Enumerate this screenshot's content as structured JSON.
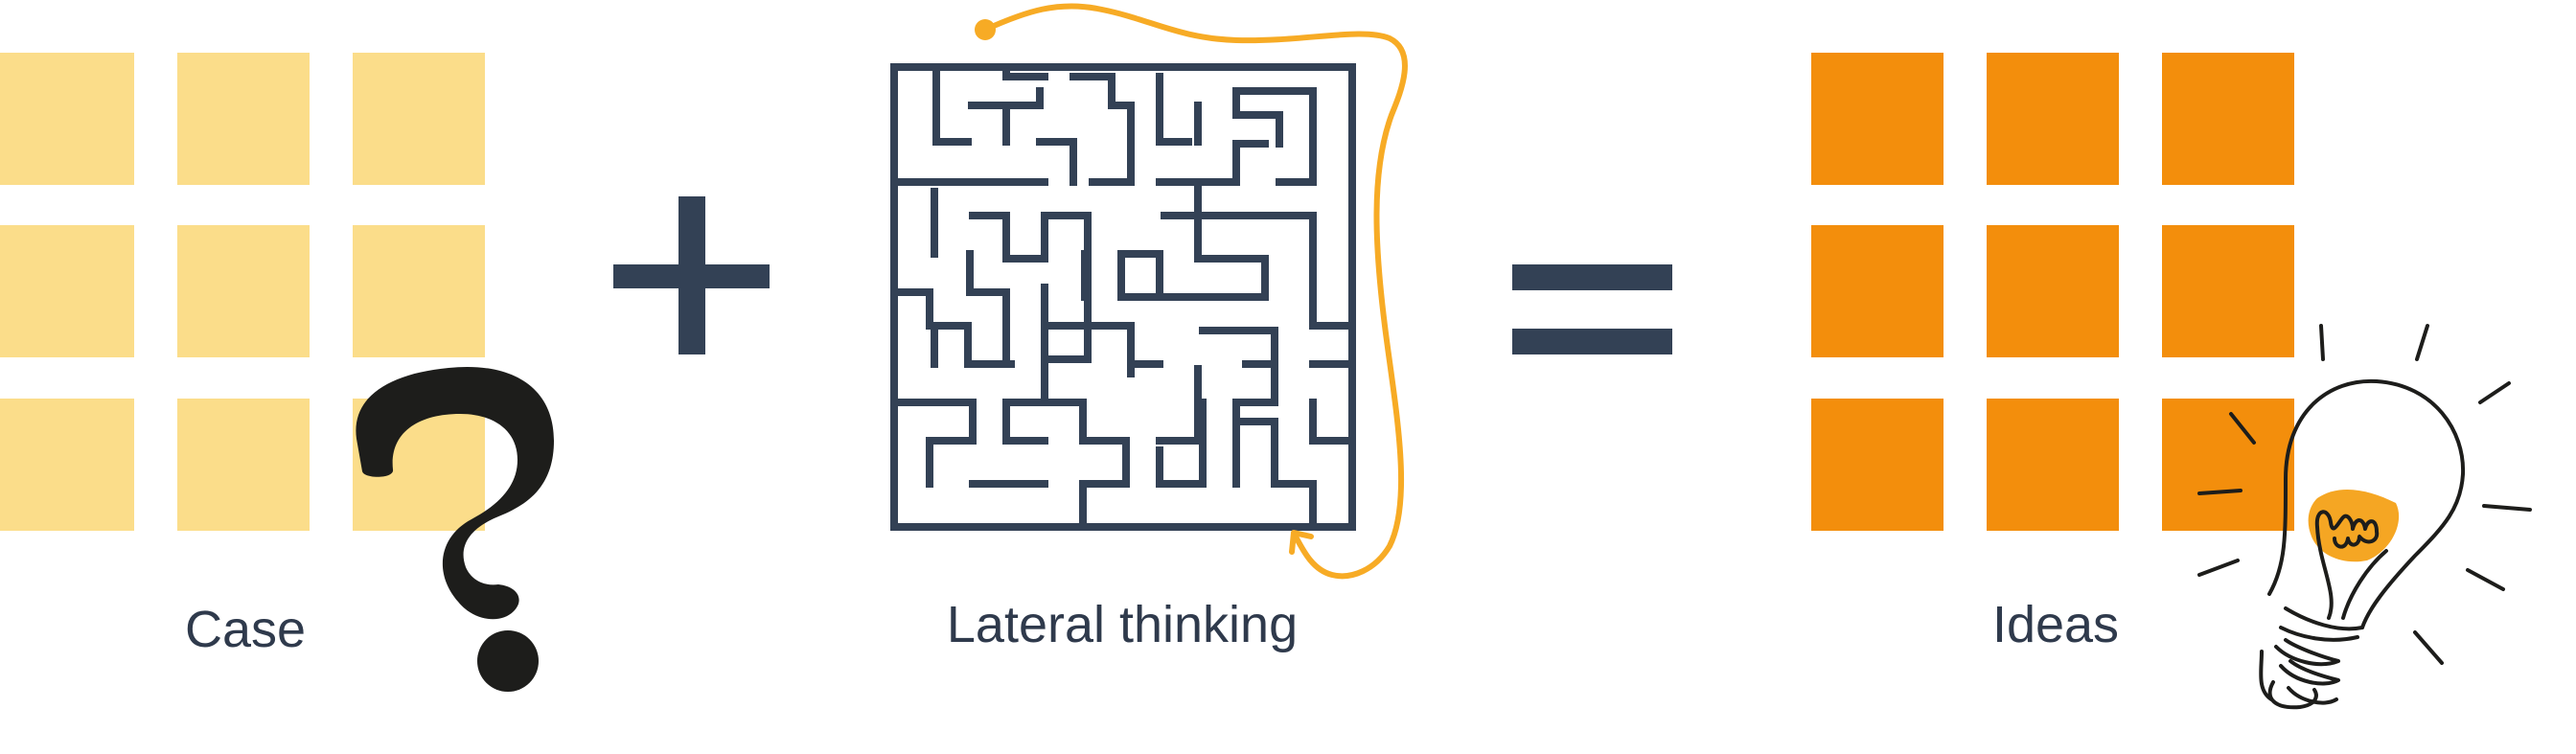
{
  "labels": {
    "case": "Case",
    "lateral": "Lateral thinking",
    "ideas": "Ideas"
  },
  "operators": {
    "plus": "+",
    "equals": "="
  },
  "colors": {
    "light_square": "#fbdd8a",
    "orange_square": "#f38e0c",
    "navy": "#334155",
    "path_orange": "#f7ab25",
    "question_mark": "#1d1d1b",
    "bulb_glow": "#f5a623"
  },
  "icons": {
    "question": "question-mark-icon",
    "maze": "maze-icon",
    "bulb": "light-bulb-icon"
  }
}
